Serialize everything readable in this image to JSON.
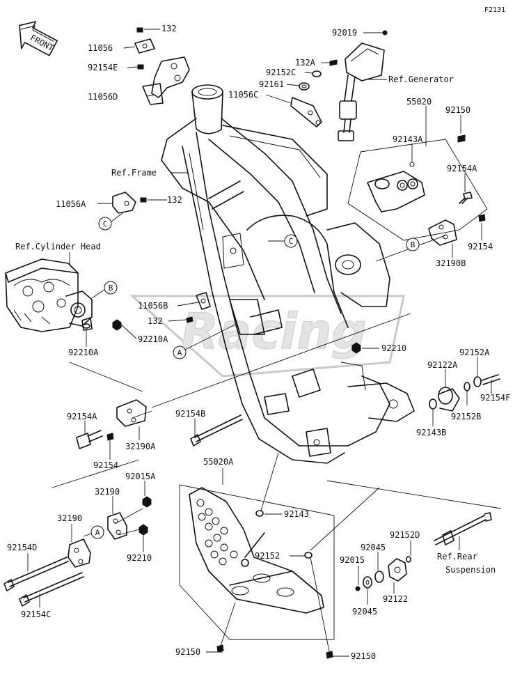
{
  "diagram_code": "F2131",
  "front_label": "FRONT",
  "watermark": "Racing",
  "labels": [
    {
      "id": "132-top",
      "text": "132"
    },
    {
      "id": "11056-top",
      "text": "11056"
    },
    {
      "id": "92154E",
      "text": "92154E"
    },
    {
      "id": "11056D",
      "text": "11056D"
    },
    {
      "id": "92019",
      "text": "92019"
    },
    {
      "id": "132A",
      "text": "132A"
    },
    {
      "id": "92152C",
      "text": "92152C"
    },
    {
      "id": "92161",
      "text": "92161"
    },
    {
      "id": "11056C",
      "text": "11056C"
    },
    {
      "id": "ref-generator",
      "text": "Ref.Generator"
    },
    {
      "id": "55020",
      "text": "55020"
    },
    {
      "id": "92150-top",
      "text": "92150"
    },
    {
      "id": "92143A",
      "text": "92143A"
    },
    {
      "id": "ref-frame",
      "text": "Ref.Frame"
    },
    {
      "id": "92154A-right",
      "text": "92154A"
    },
    {
      "id": "11056A",
      "text": "11056A"
    },
    {
      "id": "132-mid",
      "text": "132"
    },
    {
      "id": "92154-right",
      "text": "92154"
    },
    {
      "id": "32190B",
      "text": "32190B"
    },
    {
      "id": "ref-cylinder-head",
      "text": "Ref.Cylinder Head"
    },
    {
      "id": "11056B",
      "text": "11056B"
    },
    {
      "id": "132-lower",
      "text": "132"
    },
    {
      "id": "92210A-mid",
      "text": "92210A"
    },
    {
      "id": "92210A-left",
      "text": "92210A"
    },
    {
      "id": "92210",
      "text": "92210"
    },
    {
      "id": "92152A",
      "text": "92152A"
    },
    {
      "id": "92122A",
      "text": "92122A"
    },
    {
      "id": "92154F",
      "text": "92154F"
    },
    {
      "id": "92152B",
      "text": "92152B"
    },
    {
      "id": "92143B",
      "text": "92143B"
    },
    {
      "id": "92154A-left",
      "text": "92154A"
    },
    {
      "id": "92154B",
      "text": "92154B"
    },
    {
      "id": "32190A",
      "text": "32190A"
    },
    {
      "id": "92154-left",
      "text": "92154"
    },
    {
      "id": "55020A",
      "text": "55020A"
    },
    {
      "id": "92015A",
      "text": "92015A"
    },
    {
      "id": "32190-upper",
      "text": "32190"
    },
    {
      "id": "92143",
      "text": "92143"
    },
    {
      "id": "32190-lower",
      "text": "32190"
    },
    {
      "id": "92210-lower",
      "text": "92210"
    },
    {
      "id": "92154D",
      "text": "92154D"
    },
    {
      "id": "92152",
      "text": "92152"
    },
    {
      "id": "92152D",
      "text": "92152D"
    },
    {
      "id": "92045-upper",
      "text": "92045"
    },
    {
      "id": "ref-rear",
      "text": "Ref.Rear"
    },
    {
      "id": "suspension",
      "text": "Suspension"
    },
    {
      "id": "92015",
      "text": "92015"
    },
    {
      "id": "92122",
      "text": "92122"
    },
    {
      "id": "92045-lower",
      "text": "92045"
    },
    {
      "id": "92154C",
      "text": "92154C"
    },
    {
      "id": "92150-bottom-left",
      "text": "92150"
    },
    {
      "id": "92150-bottom-right",
      "text": "92150"
    }
  ],
  "callouts": [
    {
      "id": "C-top",
      "text": "C"
    },
    {
      "id": "C-mid",
      "text": "C"
    },
    {
      "id": "B-right",
      "text": "B"
    },
    {
      "id": "B-left",
      "text": "B"
    },
    {
      "id": "A-mid",
      "text": "A"
    },
    {
      "id": "A-lower",
      "text": "A"
    }
  ]
}
